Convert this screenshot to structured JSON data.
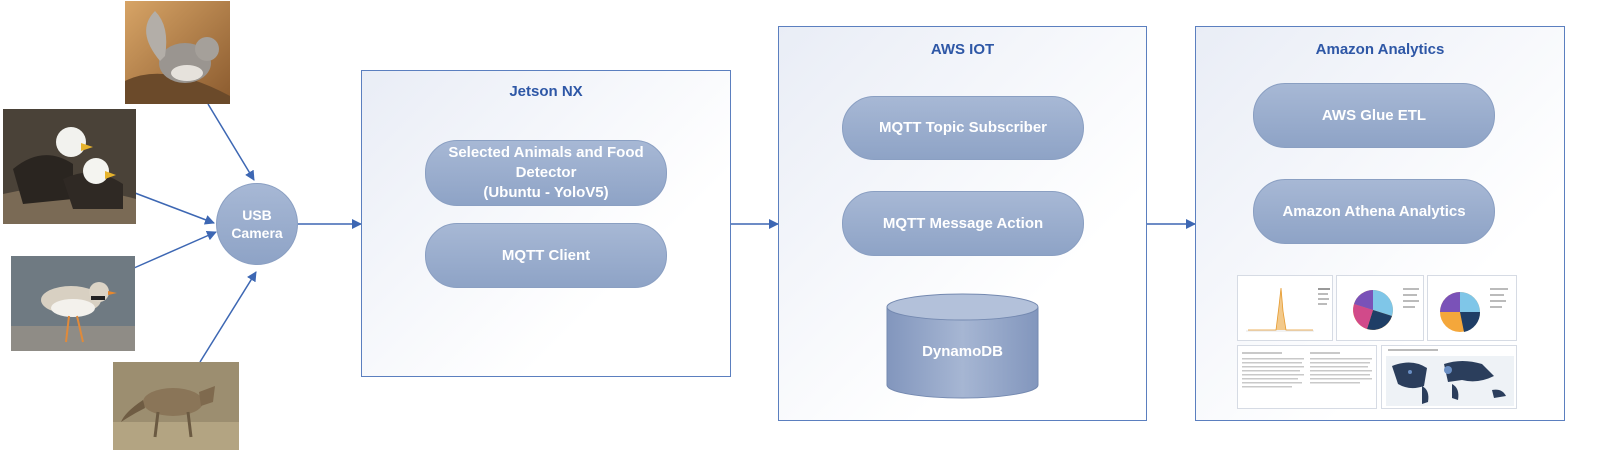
{
  "camera": {
    "label_line1": "USB",
    "label_line2": "Camera"
  },
  "panels": {
    "jetson": {
      "title": "Jetson NX",
      "detector": {
        "line1": "Selected Animals and Food",
        "line2": "Detector",
        "line3": "(Ubuntu - YoloV5)"
      },
      "mqtt_client": "MQTT Client"
    },
    "aws_iot": {
      "title": "AWS IOT",
      "subscriber": "MQTT Topic Subscriber",
      "action": "MQTT Message Action",
      "database": "DynamoDB"
    },
    "analytics": {
      "title": "Amazon Analytics",
      "glue": "AWS Glue ETL",
      "athena": "Amazon Athena Analytics"
    }
  },
  "photos": [
    "squirrel",
    "bald eagles",
    "piping plover",
    "coyote"
  ],
  "colors": {
    "panel_border": "#5b7fbf",
    "title": "#2e57a6",
    "node_fill": "#9aaccc",
    "arrow": "#3d67b3"
  }
}
